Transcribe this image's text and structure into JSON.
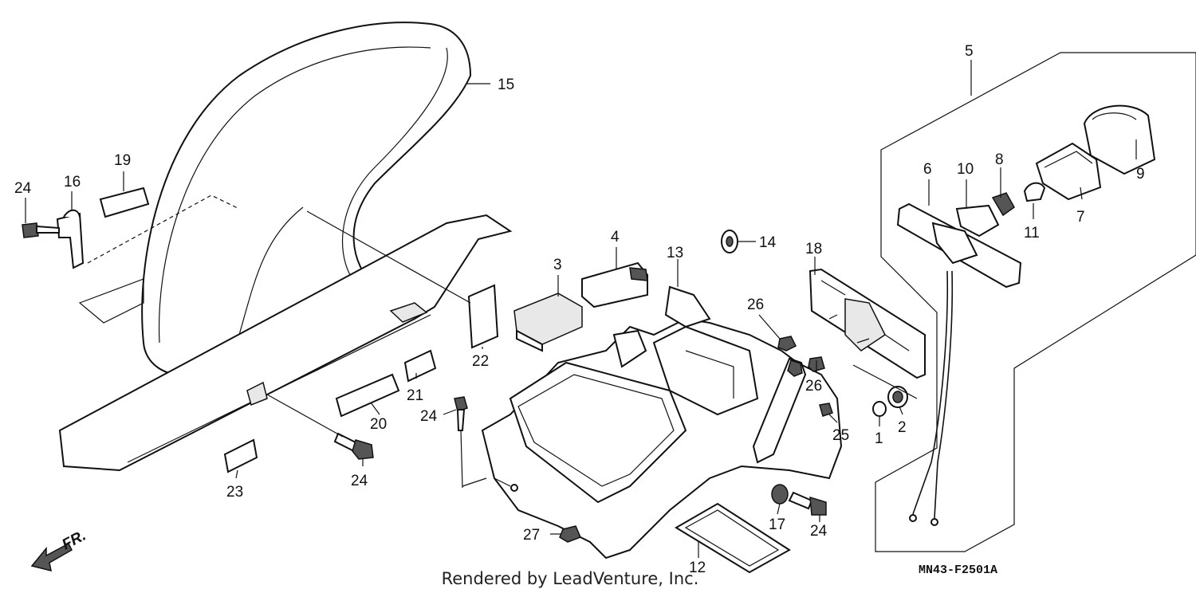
{
  "diagram": {
    "diagram_code": "MN43-F2501A",
    "front_indicator": "FR.",
    "credit": "Rendered by LeadVenture, Inc.",
    "callouts": [
      "1",
      "2",
      "3",
      "4",
      "5",
      "6",
      "7",
      "8",
      "9",
      "10",
      "11",
      "12",
      "13",
      "14",
      "15",
      "16",
      "17",
      "18",
      "19",
      "20",
      "21",
      "22",
      "23",
      "24",
      "25",
      "26",
      "27"
    ]
  }
}
